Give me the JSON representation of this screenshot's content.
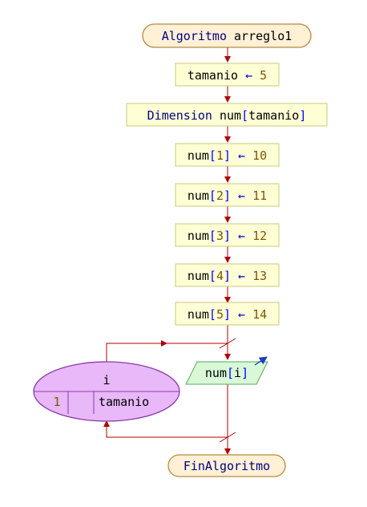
{
  "start": {
    "label": "Algoritmo arreglo1",
    "keyword": "Algoritmo",
    "name": "arreglo1"
  },
  "assign_tamanio": {
    "var": "tamanio",
    "op": "←",
    "value": "5"
  },
  "dimension": {
    "keyword": "Dimension",
    "var": "num",
    "open": "[",
    "size": "tamanio",
    "close": "]"
  },
  "assignments": [
    {
      "var": "num",
      "index": "1",
      "op": "←",
      "value": "10"
    },
    {
      "var": "num",
      "index": "2",
      "op": "←",
      "value": "11"
    },
    {
      "var": "num",
      "index": "3",
      "op": "←",
      "value": "12"
    },
    {
      "var": "num",
      "index": "4",
      "op": "←",
      "value": "13"
    },
    {
      "var": "num",
      "index": "5",
      "op": "←",
      "value": "14"
    }
  ],
  "loop": {
    "var": "i",
    "from": "1",
    "step": "",
    "to": "tamanio"
  },
  "output": {
    "var": "num",
    "open": "[",
    "index": "i",
    "close": "]"
  },
  "end": {
    "label": "FinAlgoritmo"
  },
  "colors": {
    "flow_line": "#b00000",
    "process_fill": "#ffffd6",
    "terminal_fill": "#fff0d6",
    "loop_fill": "#e8b8f8",
    "output_fill": "#d8f8d8",
    "keyword": "#00007f",
    "number": "#7f5500"
  }
}
